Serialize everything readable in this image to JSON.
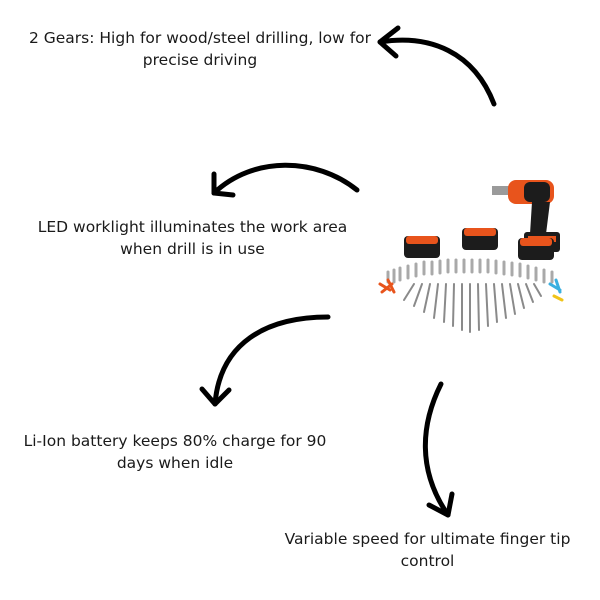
{
  "captions": [
    "2 Gears: High for wood/steel drilling, low for precise driving",
    "LED worklight illuminates the work area when drill is in use",
    "Li-Ion battery keeps 80% charge for 90 days when idle",
    "Variable speed for ultimate finger tip control"
  ],
  "colors": {
    "brand_orange": "#e8541c",
    "body_black": "#1c1c1c",
    "accessory_silver": "#a9a9a9",
    "arrow": "#000000"
  },
  "icons": [
    "curved-arrow-icon",
    "cordless-drill-kit-image"
  ]
}
